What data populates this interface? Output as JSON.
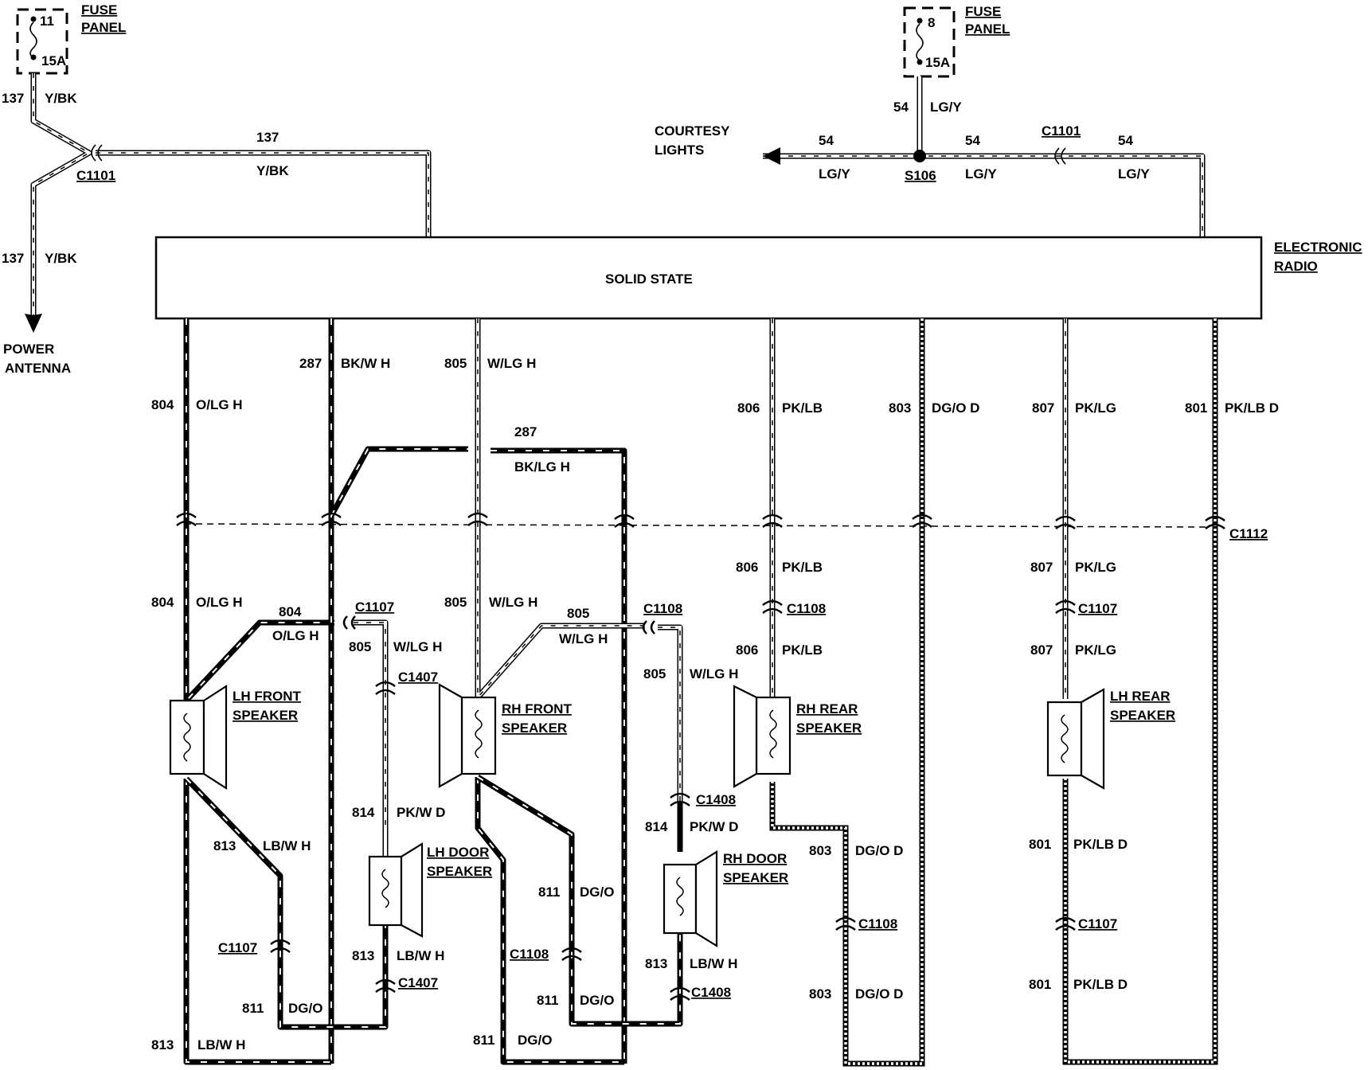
{
  "fuse_left": {
    "title1": "FUSE",
    "title2": "PANEL",
    "number": "11",
    "rating": "15A"
  },
  "fuse_right": {
    "title1": "FUSE",
    "title2": "PANEL",
    "number": "8",
    "rating": "15A"
  },
  "radio": {
    "label": "SOLID STATE",
    "name1": "ELECTRONIC",
    "name2": "RADIO"
  },
  "power_antenna": {
    "line1": "POWER",
    "line2": "ANTENNA"
  },
  "courtesy_lights": {
    "line1": "COURTESY",
    "line2": "LIGHTS"
  },
  "connectors": {
    "c1101_left": "C1101",
    "c1101_right": "C1101",
    "s106": "S106",
    "c1112": "C1112",
    "c1107_a": "C1107",
    "c1108_a": "C1108",
    "c1108_b": "C1108",
    "c1107_b": "C1107",
    "c1407_a": "C1407",
    "c1407_b": "C1407",
    "c1408_a": "C1408",
    "c1408_b": "C1408",
    "c1107_c": "C1107",
    "c1108_c": "C1108",
    "c1108_d": "C1108",
    "c1107_d": "C1107"
  },
  "wires": {
    "w137_top_num": "137",
    "w137_top_col": "Y/BK",
    "w137_mid_num": "137",
    "w137_mid_col": "Y/BK",
    "w137_bot_num": "137",
    "w137_bot_col": "Y/BK",
    "w54_top_num": "54",
    "w54_top_col": "LG/Y",
    "w54_a_num": "54",
    "w54_a_col": "LG/Y",
    "w54_b_num": "54",
    "w54_b_col": "LG/Y",
    "w54_c_num": "54",
    "w54_c_col": "LG/Y",
    "w804_a_num": "804",
    "w804_a_col": "O/LG H",
    "w287_a_num": "287",
    "w287_a_col": "BK/W H",
    "w805_a_num": "805",
    "w805_a_col": "W/LG H",
    "w287_b_num": "287",
    "w287_b_col": "BK/LG H",
    "w806_a_num": "806",
    "w806_a_col": "PK/LB",
    "w803_a_num": "803",
    "w803_a_col": "DG/O D",
    "w807_a_num": "807",
    "w807_a_col": "PK/LG",
    "w801_a_num": "801",
    "w801_a_col": "PK/LB D",
    "w804_b_num": "804",
    "w804_b_col": "O/LG H",
    "w804_c_num": "804",
    "w804_c_col": "O/LG H",
    "w805_b_num": "805",
    "w805_b_col": "W/LG H",
    "w805_c_num": "805",
    "w805_c_col": "W/LG H",
    "w805_d_num": "805",
    "w805_d_col": "W/LG H",
    "w805_e_num": "805",
    "w805_e_col": "W/LG H",
    "w806_b_num": "806",
    "w806_b_col": "PK/LB",
    "w806_c_num": "806",
    "w806_c_col": "PK/LB",
    "w807_b_num": "807",
    "w807_b_col": "PK/LG",
    "w807_c_num": "807",
    "w807_c_col": "PK/LG",
    "w813_a_num": "813",
    "w813_a_col": "LB/W H",
    "w814_a_num": "814",
    "w814_a_col": "PK/W D",
    "w814_b_num": "814",
    "w814_b_col": "PK/W D",
    "w811_a_num": "811",
    "w811_a_col": "DG/O",
    "w813_b_num": "813",
    "w813_b_col": "LB/W H",
    "w813_c_num": "813",
    "w813_c_col": "LB/W H",
    "w811_b_num": "811",
    "w811_b_col": "DG/O",
    "w811_c_num": "811",
    "w811_c_col": "DG/O",
    "w811_d_num": "811",
    "w811_d_col": "DG/O",
    "w813_d_num": "813",
    "w813_d_col": "LB/W H",
    "w803_b_num": "803",
    "w803_b_col": "DG/O D",
    "w803_c_num": "803",
    "w803_c_col": "DG/O D",
    "w801_b_num": "801",
    "w801_b_col": "PK/LB D",
    "w801_c_num": "801",
    "w801_c_col": "PK/LB D"
  },
  "speakers": {
    "lh_front_1": "LH FRONT",
    "lh_front_2": "SPEAKER",
    "rh_front_1": "RH FRONT",
    "rh_front_2": "SPEAKER",
    "rh_rear_1": "RH REAR",
    "rh_rear_2": "SPEAKER",
    "lh_rear_1": "LH REAR",
    "lh_rear_2": "SPEAKER",
    "lh_door_1": "LH DOOR",
    "lh_door_2": "SPEAKER",
    "rh_door_1": "RH DOOR",
    "rh_door_2": "SPEAKER"
  }
}
